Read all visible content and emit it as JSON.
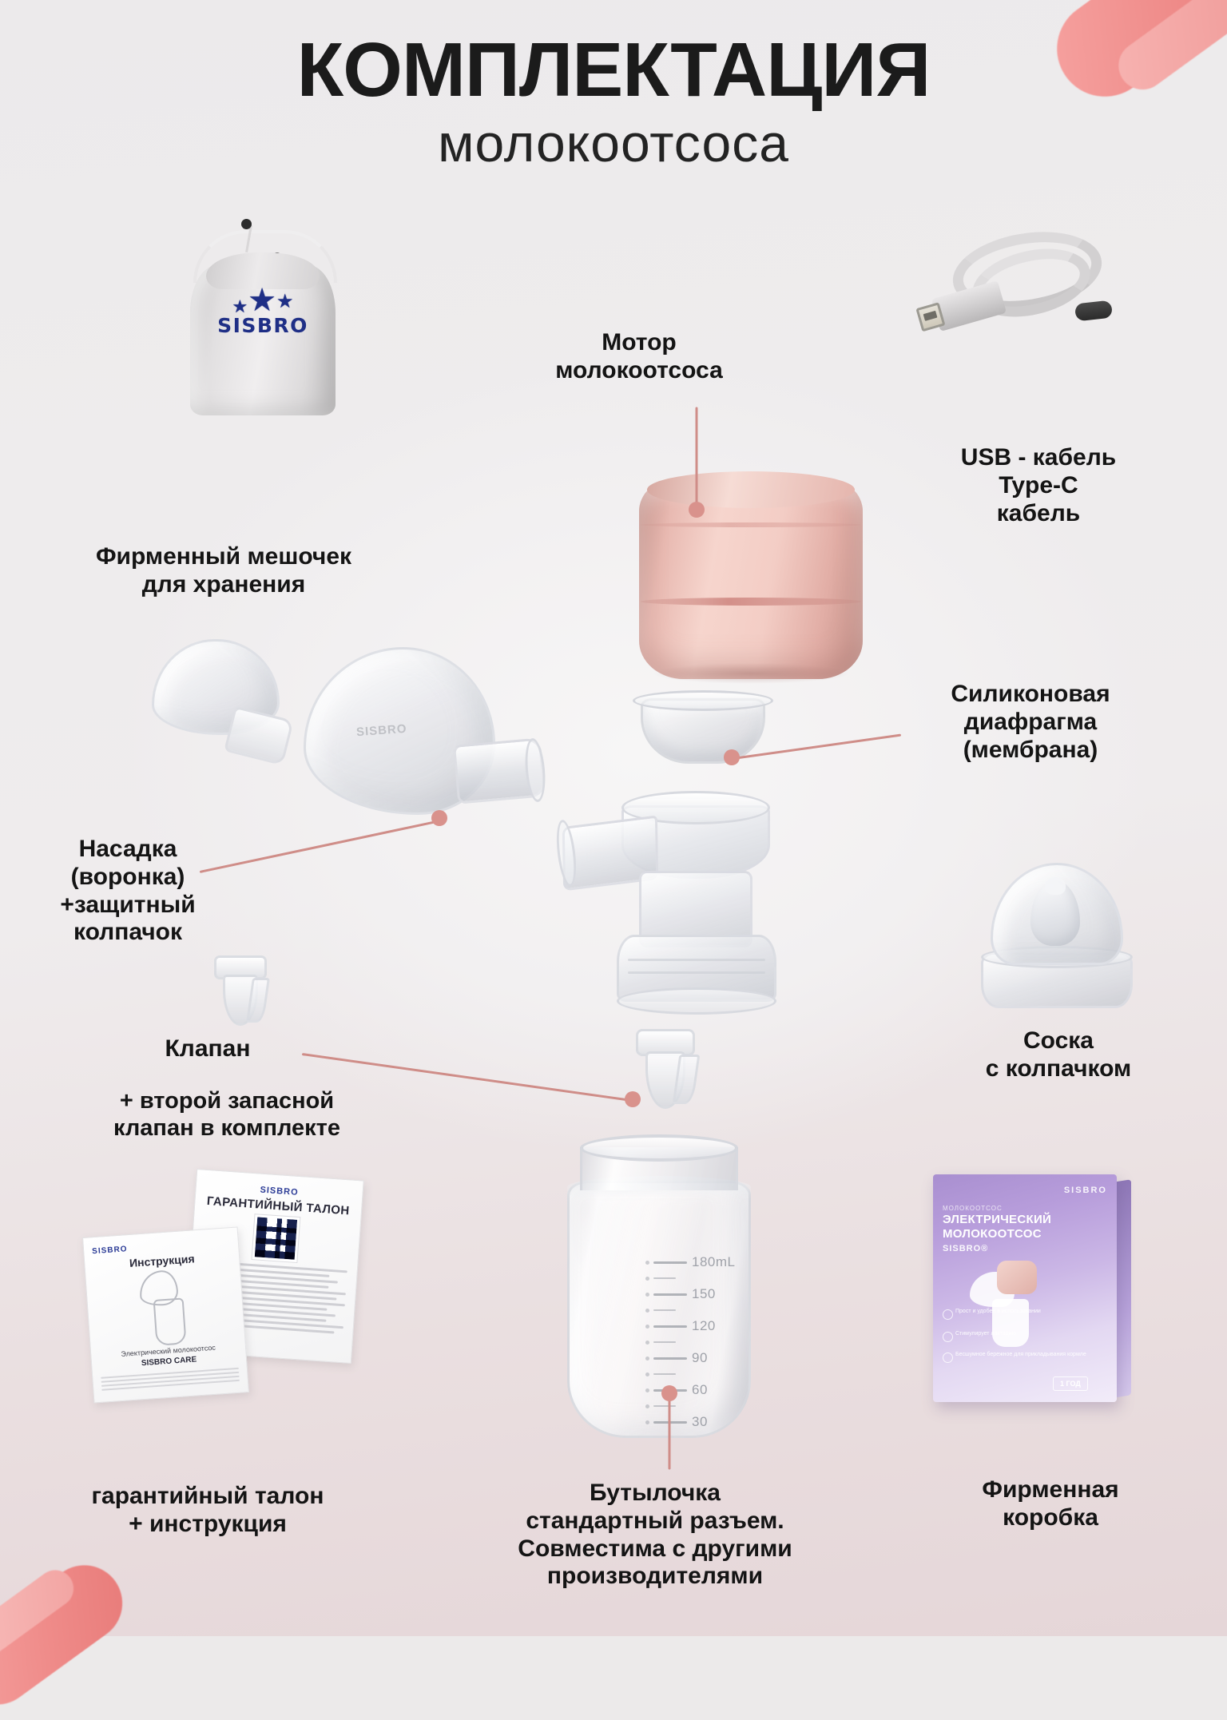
{
  "header": {
    "title": "КОМПЛЕКТАЦИЯ",
    "subtitle": "молокоотсоса"
  },
  "colors": {
    "background_top": "#eceaeb",
    "background_bottom": "#e5d6d8",
    "accent_swoosh": "#ef8b89",
    "leader_line": "#cf8d88",
    "leader_dot": "#d9928c",
    "text": "#141414",
    "brand_navy": "#1f2f86",
    "motor_pink": "#f3cdc5",
    "box_purple": "#b79ddb"
  },
  "callouts": [
    {
      "id": "storage-bag",
      "label": "Фирменный мешочек\nдля хранения"
    },
    {
      "id": "motor",
      "label": "Мотор\nмолокоотсоса"
    },
    {
      "id": "usb-cable",
      "label": "USB - кабель\nType-C\nкабель"
    },
    {
      "id": "diaphragm",
      "label": "Силиконовая\nдиафрагма\n(мембрана)"
    },
    {
      "id": "funnel",
      "label": "Насадка\n(воронка)\n+защитный\nколпачок"
    },
    {
      "id": "valve",
      "label": "Клапан"
    },
    {
      "id": "valve-spare",
      "label": "+ второй запасной\nклапан в комплекте"
    },
    {
      "id": "nipple",
      "label": "Соска\nс колпачком"
    },
    {
      "id": "documents",
      "label": "гарантийный талон\n+ инструкция"
    },
    {
      "id": "bottle",
      "label": "Бутылочка\nстандартный разъем.\nСовместима с другими\nпроизводителями"
    },
    {
      "id": "retail-box",
      "label": "Фирменная\nкоробка"
    }
  ],
  "bag": {
    "brand": "SISBRO",
    "star_icon": "★"
  },
  "bottle": {
    "scale": [
      {
        "value": "180mL",
        "major": true
      },
      {
        "value": "",
        "major": false
      },
      {
        "value": "150",
        "major": true
      },
      {
        "value": "",
        "major": false
      },
      {
        "value": "120",
        "major": true
      },
      {
        "value": "",
        "major": false
      },
      {
        "value": "90",
        "major": true
      },
      {
        "value": "",
        "major": false
      },
      {
        "value": "60",
        "major": true
      },
      {
        "value": "",
        "major": false
      },
      {
        "value": "30",
        "major": true
      }
    ]
  },
  "funnel": {
    "embossed_brand": "SISBRO"
  },
  "documents": {
    "warranty": {
      "brand": "SISBRO",
      "title": "ГАРАНТИЙНЫЙ ТАЛОН"
    },
    "instruction": {
      "brand": "SISBRO",
      "title": "Инструкция",
      "caption": "Электрический молокоотсос",
      "model": "SISBRO CARE"
    }
  },
  "retail_box": {
    "brand_top": "SISBRO",
    "eyebrow": "МОЛОКООТСОС",
    "title": "ЭЛЕКТРИЧЕСКИЙ\nМОЛОКООТСОС",
    "brand": "SISBRO®",
    "features": [
      "Прост и удобен\nв использовании",
      "Стимулирует\nлактацию",
      "Бесшумное\nбережное\nдля прикладывания\nкормле"
    ],
    "badge": "1 ГОД"
  }
}
